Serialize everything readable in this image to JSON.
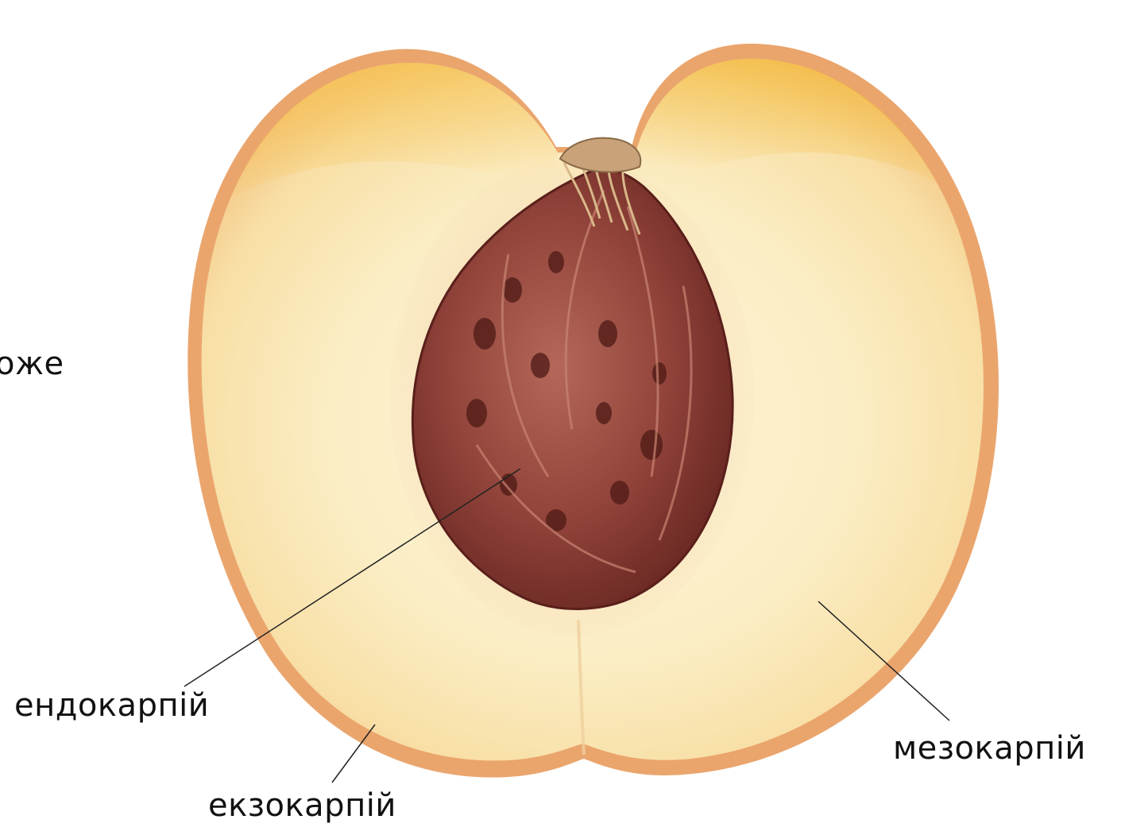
{
  "labels": {
    "partial_left": "оже",
    "endocarp": "ендокарпій",
    "exocarp": "екзокарпій",
    "mesocarp": "мезокарпій"
  },
  "colors": {
    "background": "#ffffff",
    "skin": "#e9a26a",
    "flesh_light": "#fcf1cf",
    "flesh_mid": "#f7dca3",
    "flesh_yellow": "#f6c65d",
    "stone_dark": "#6f2a24",
    "stone_mid": "#9b4a3f",
    "stone_light": "#c07b6a",
    "stem_fiber": "#d9b88a",
    "leader_line": "#222222"
  },
  "icons": {
    "peach_half": "peach-half-cross-section-illustration",
    "pit": "peach-pit-stone-illustration"
  }
}
